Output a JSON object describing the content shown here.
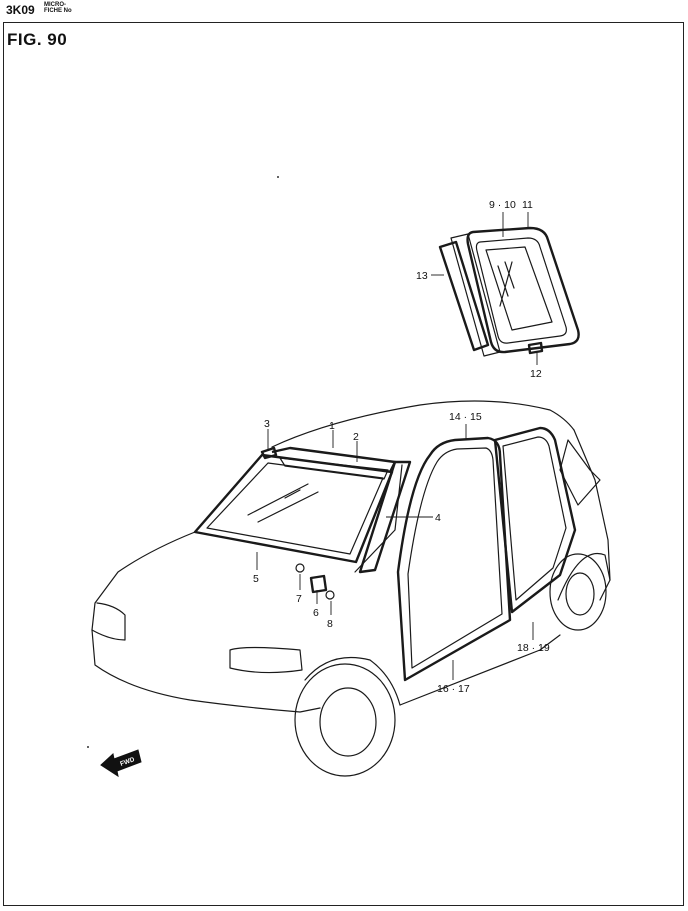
{
  "header": {
    "code": "3K09",
    "micro_line1": "MICRO-",
    "micro_line2": "FICHE No"
  },
  "figure": {
    "title": "FIG.  90",
    "fwd_label": "FWD"
  },
  "callouts": [
    {
      "id": "1",
      "label": "1"
    },
    {
      "id": "2",
      "label": "2"
    },
    {
      "id": "3",
      "label": "3"
    },
    {
      "id": "4",
      "label": "4"
    },
    {
      "id": "5",
      "label": "5"
    },
    {
      "id": "6",
      "label": "6"
    },
    {
      "id": "7",
      "label": "7"
    },
    {
      "id": "8",
      "label": "8"
    },
    {
      "id": "9-10",
      "label": "9 · 10"
    },
    {
      "id": "11",
      "label": "11"
    },
    {
      "id": "12",
      "label": "12"
    },
    {
      "id": "13",
      "label": "13"
    },
    {
      "id": "14-15",
      "label": "14 · 15"
    },
    {
      "id": "16-17",
      "label": "16 · 17"
    },
    {
      "id": "18-19",
      "label": "18 · 19"
    }
  ]
}
